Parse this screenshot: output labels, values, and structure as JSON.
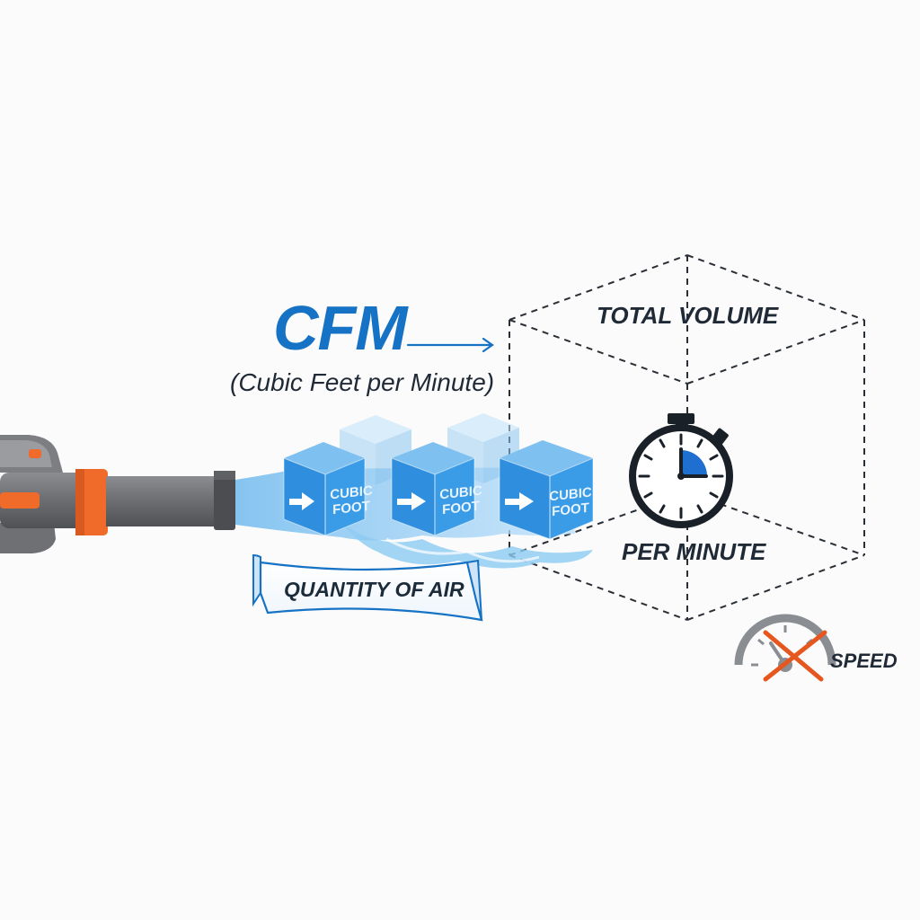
{
  "title": "CFM",
  "subtitle": "(Cubic Feet per Minute)",
  "ribbon_label": "QUANTITY OF AIR",
  "cube_label_line1": "CUBIC",
  "cube_label_line2": "FOOT",
  "box_label_top": "TOTAL VOLUME",
  "box_label_bottom": "PER MINUTE",
  "speed_label": "SPEED",
  "colors": {
    "accent_blue": "#1672c4",
    "cube_blue": "#3b9be0",
    "tool_orange": "#f06a2a",
    "tool_gray": "#6e7074",
    "cross_orange": "#e5571f"
  },
  "icons": [
    "leaf-blower-icon",
    "stopwatch-icon",
    "speedometer-icon",
    "arrow-icon"
  ]
}
